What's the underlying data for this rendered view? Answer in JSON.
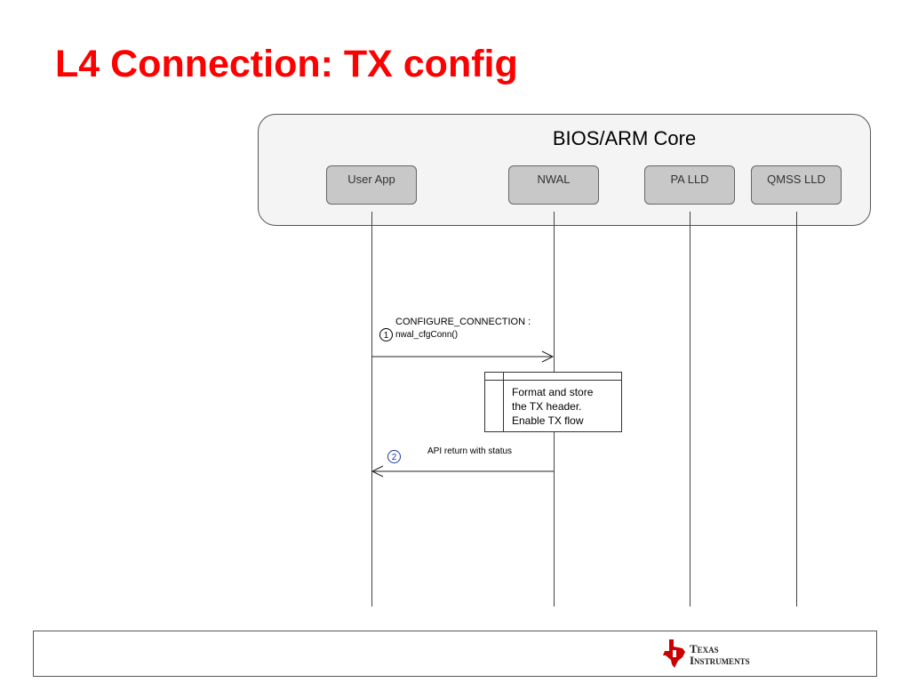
{
  "slide": {
    "title": "L4 Connection: TX config"
  },
  "core": {
    "title": "BIOS/ARM Core"
  },
  "components": [
    {
      "id": "user-app",
      "label": "User App"
    },
    {
      "id": "nwal",
      "label": "NWAL"
    },
    {
      "id": "pa-lld",
      "label": "PA LLD"
    },
    {
      "id": "qmss-lld",
      "label": "QMSS LLD"
    }
  ],
  "messages": [
    {
      "number": "1",
      "line1": "CONFIGURE_CONNECTION :",
      "line2": "nwal_cfgConn()"
    },
    {
      "number": "2",
      "line1": "API return with status"
    }
  ],
  "note": {
    "lines": [
      "Format and store",
      "the TX header.",
      "Enable TX flow"
    ]
  },
  "footer": {
    "logo_line1": "Texas",
    "logo_line2": "Instruments",
    "logo_icon": "texas-state-icon",
    "logo_color": "#cc0000"
  }
}
